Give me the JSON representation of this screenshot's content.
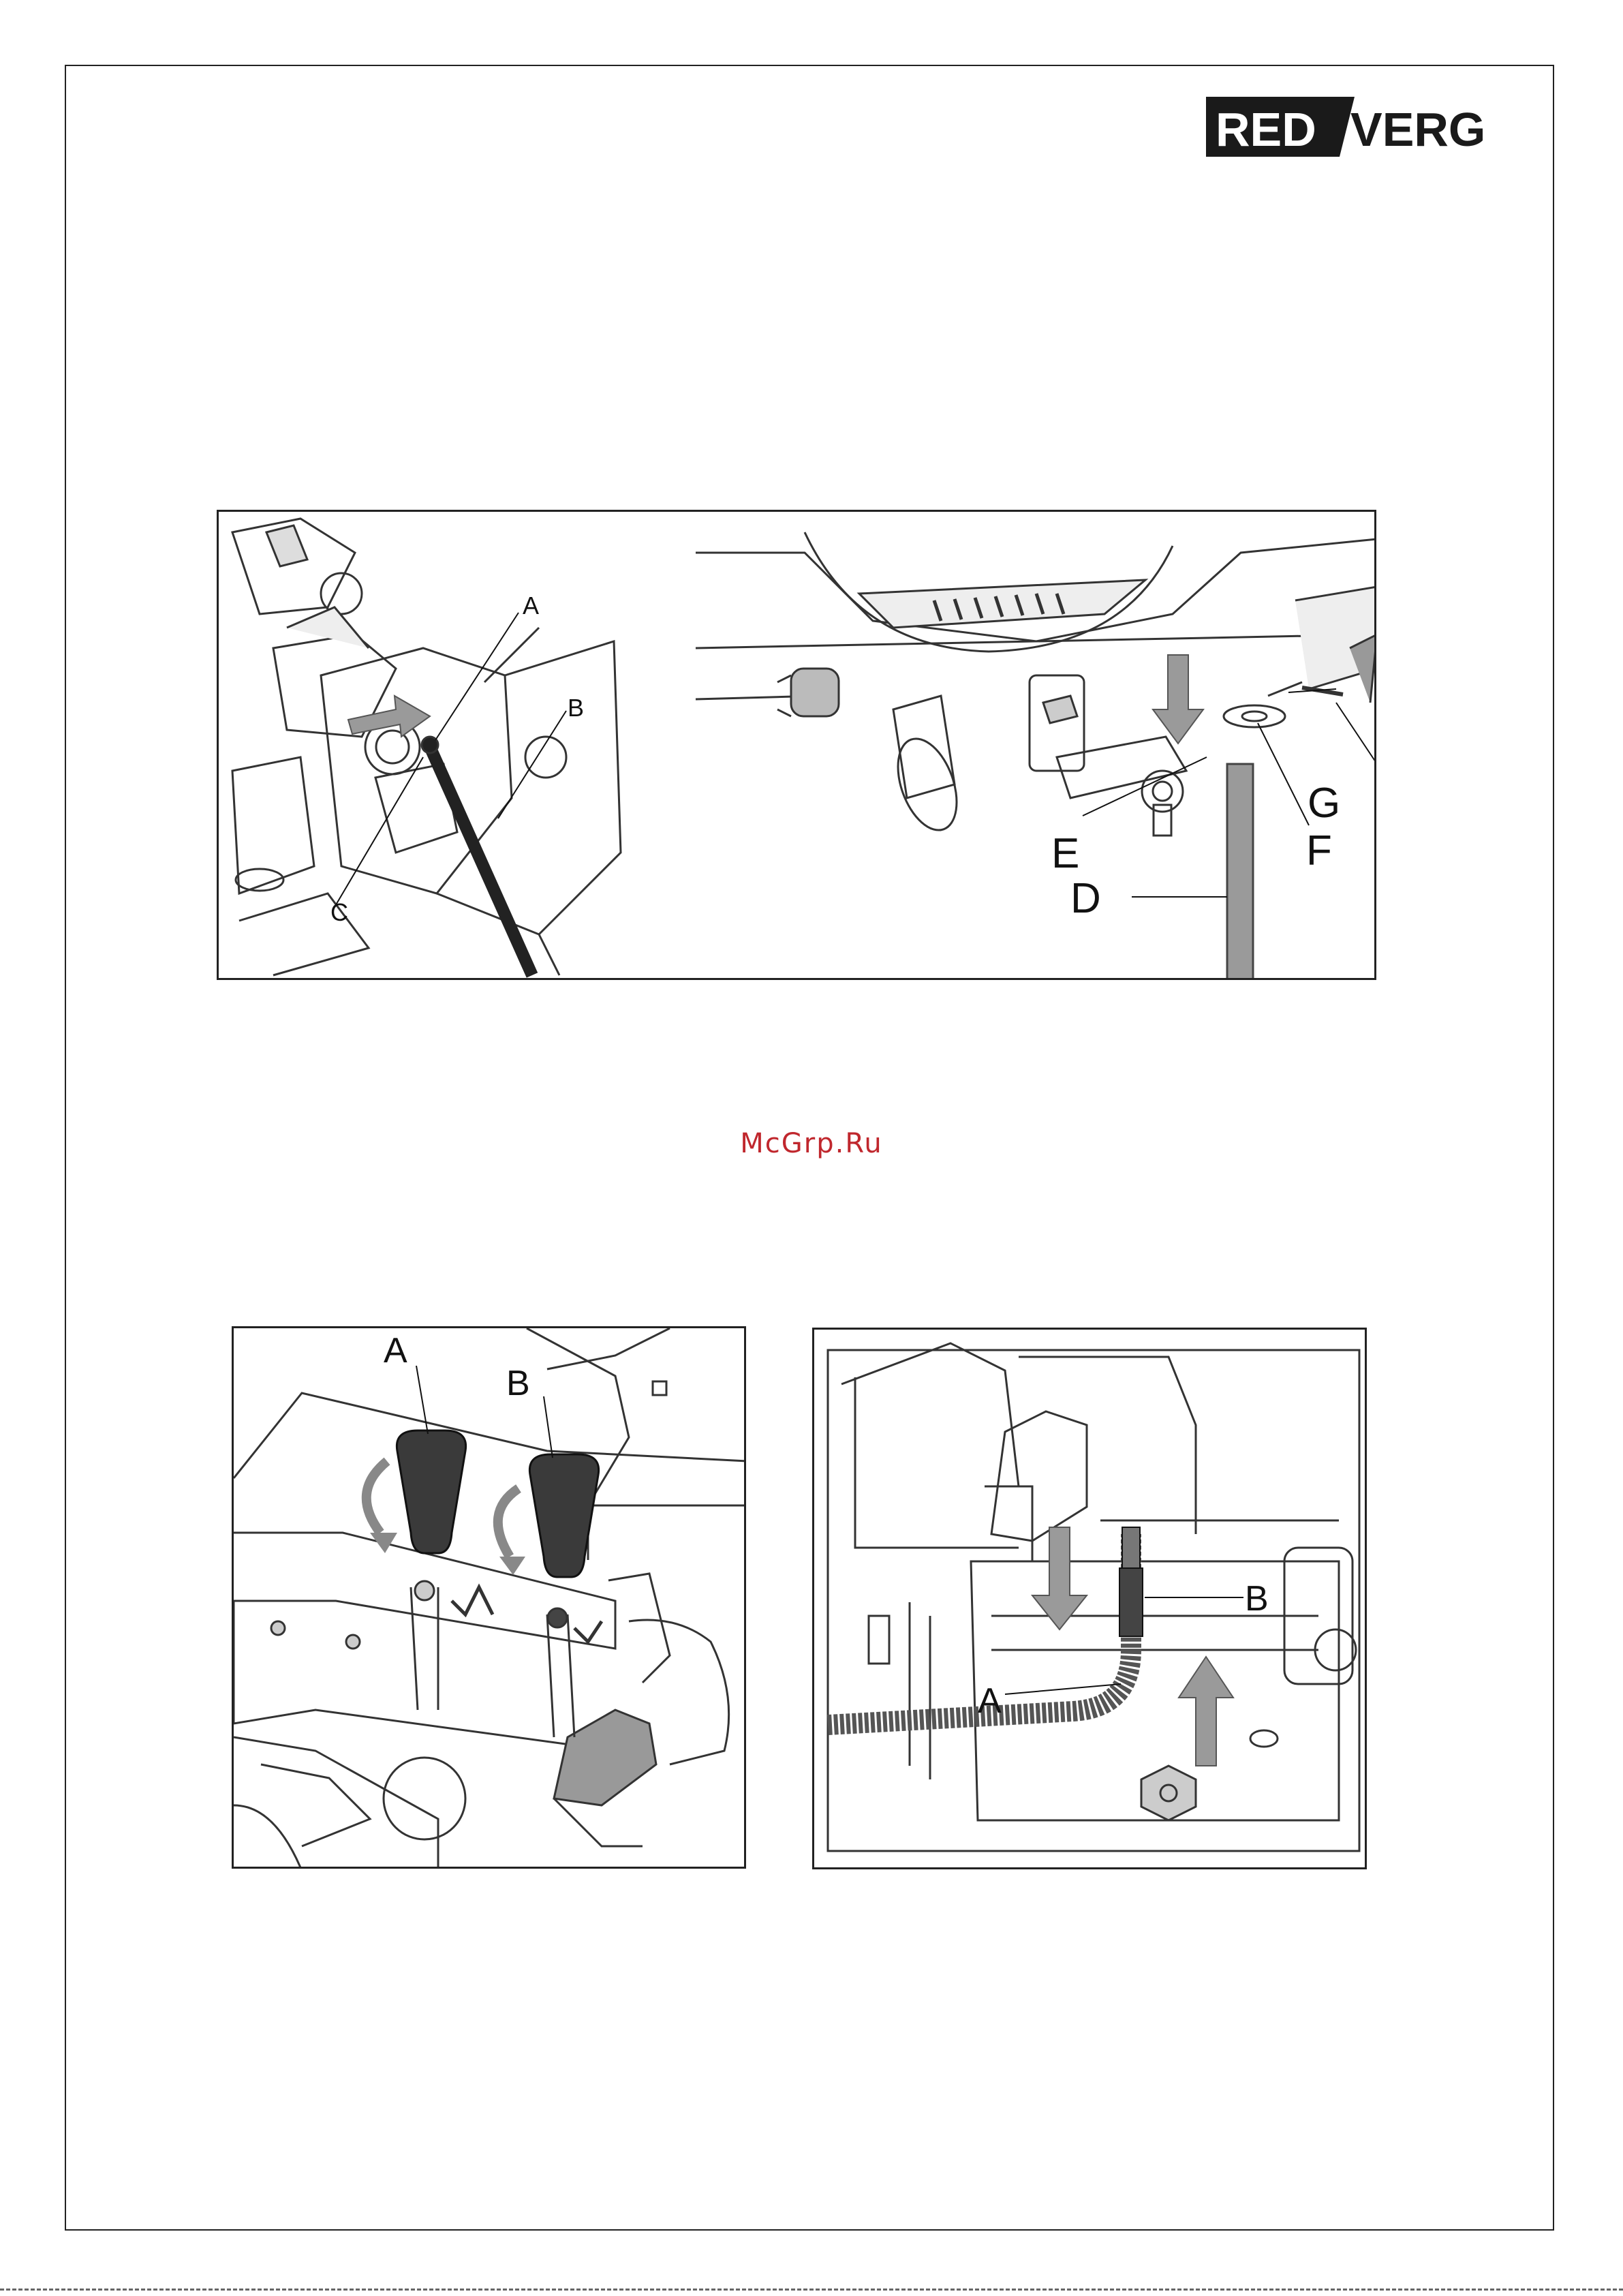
{
  "header": {
    "logo": {
      "text_left": "RED",
      "text_right": "VERG"
    }
  },
  "watermark": "McGrp.Ru",
  "figures": {
    "top": {
      "left_panel": {
        "callouts": {
          "a": "A",
          "b": "B",
          "c": "C"
        }
      },
      "right_panel": {
        "callouts": {
          "d": "D",
          "e": "E",
          "f": "F",
          "g": "G"
        }
      }
    },
    "bottom_left": {
      "callouts": {
        "a": "A",
        "b": "B"
      }
    },
    "bottom_right": {
      "callouts": {
        "a": "A",
        "b": "B"
      }
    }
  }
}
